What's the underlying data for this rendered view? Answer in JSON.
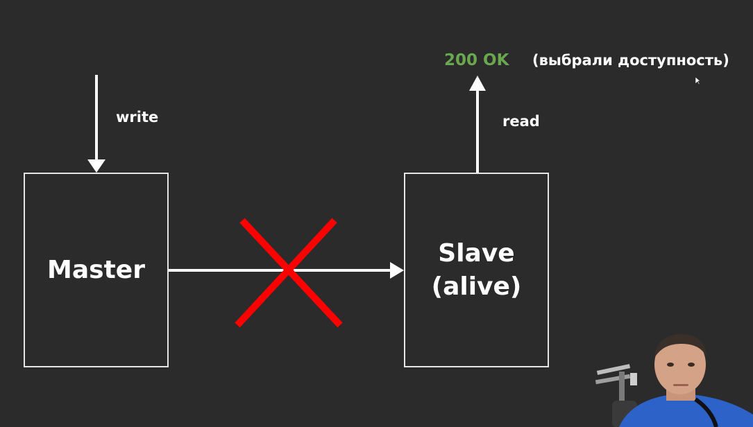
{
  "diagram": {
    "master_label": "Master",
    "slave_label_line1": "Slave",
    "slave_label_line2": "(alive)",
    "write_label": "write",
    "read_label": "read",
    "status_label": "200 OK",
    "note_label": "(выбрали доступность)"
  },
  "colors": {
    "background": "#2b2b2b",
    "stroke": "#ffffff",
    "box_border": "#e6e6e6",
    "cross": "#ff0000",
    "status": "#6aa84f"
  },
  "icons": {
    "replication_blocked": "red-x-cross-icon",
    "cursor": "mouse-pointer-icon"
  }
}
